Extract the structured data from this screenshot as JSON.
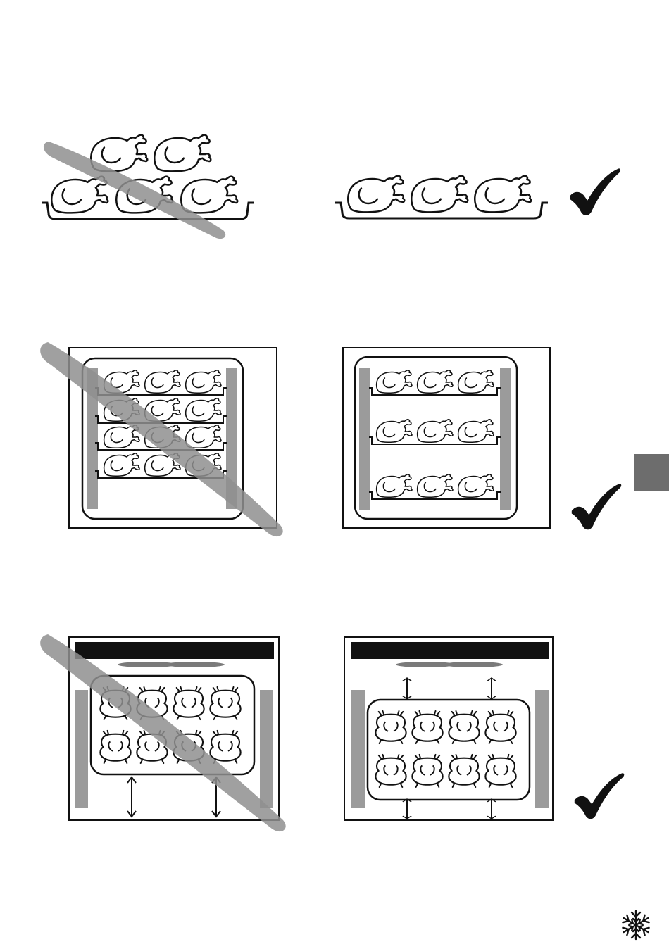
{
  "document": {
    "sections": [
      {
        "id": "tray-stacking",
        "incorrect": "stacked-birds",
        "correct": "single-layer-birds"
      },
      {
        "id": "shelf-spacing",
        "incorrect": "crowded-shelves",
        "correct": "spaced-shelves"
      },
      {
        "id": "tray-position",
        "incorrect": "tray-near-top",
        "correct": "tray-centered"
      }
    ],
    "icons": [
      "check-mark-icon",
      "cross-out-slash-icon",
      "snowflake-icon",
      "side-tab-marker"
    ],
    "colors": {
      "ink": "#111111",
      "slash": "#8f8f8f",
      "side_tab": "#6d6d6d",
      "pillar": "#9b9b9b",
      "rule": "#8a8a8a"
    }
  }
}
